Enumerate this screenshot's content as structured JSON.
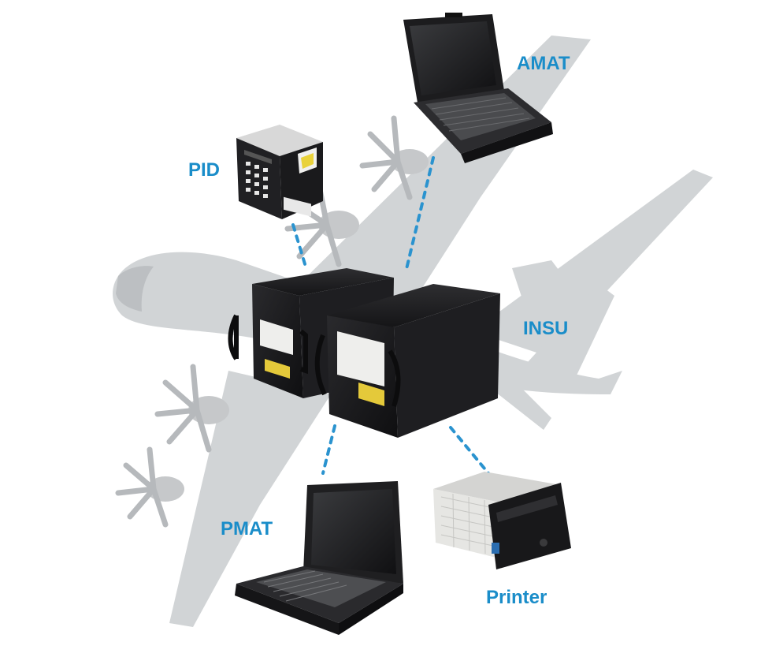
{
  "colors": {
    "label": "#1a8dc9",
    "connector": "#2a93cf",
    "aircraft": "#cfd2d4",
    "equipment": "#1b1b1d",
    "printer_case": "#e4e4e2"
  },
  "icons": [
    "aircraft-silhouette-icon",
    "laptop-icon",
    "keypad-device-icon",
    "server-unit-icon",
    "printer-icon"
  ],
  "labels": {
    "amat": "AMAT",
    "pid": "PID",
    "insu": "INSU",
    "pmat": "PMAT",
    "printer": "Printer"
  }
}
